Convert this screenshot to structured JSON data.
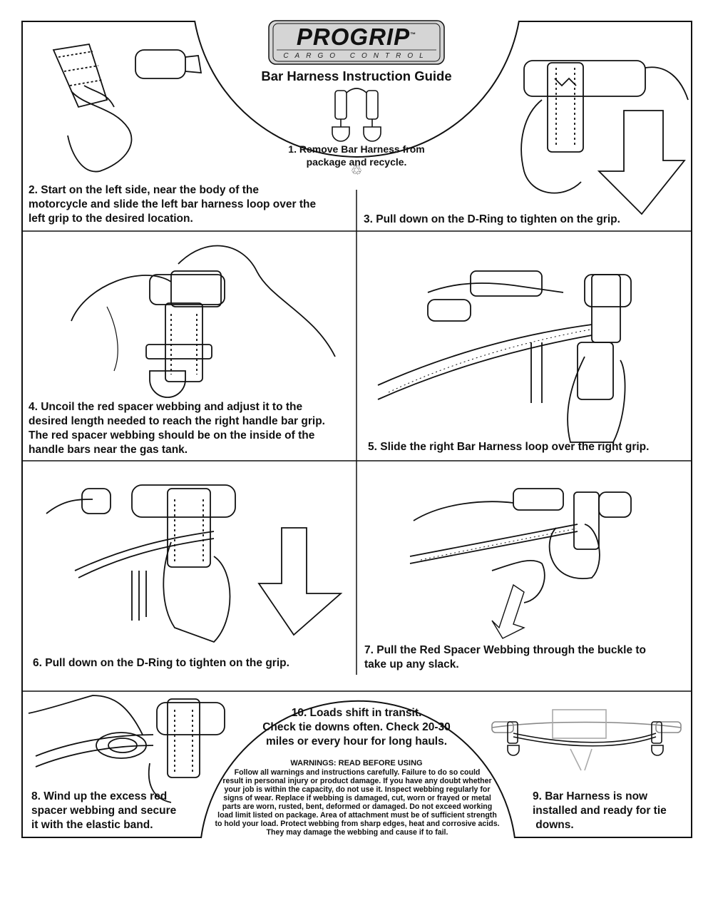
{
  "brand": {
    "name": "PROGRIP",
    "tagline": "CARGO CONTROL",
    "trademark": "™"
  },
  "title": "Bar Harness Instruction Guide",
  "recycle_symbol": "♲",
  "steps": {
    "s1": [
      "1.  Remove Bar Harness from",
      "package and recycle."
    ],
    "s2": [
      "2.  Start on the left side, near the body of the",
      "motorcycle and slide the left bar harness loop over the",
      "left grip to the desired location."
    ],
    "s3": [
      "3.  Pull down on the D-Ring to tighten on the grip."
    ],
    "s4": [
      "4.  Uncoil the red spacer webbing and adjust it to the",
      "desired length needed to reach the right handle bar grip.",
      "The red spacer webbing should be on the inside of the",
      "handle bars near the gas tank."
    ],
    "s5": [
      "5.  Slide the right Bar Harness loop over the right grip."
    ],
    "s6": [
      "6.  Pull down on the D-Ring to tighten on the grip."
    ],
    "s7": [
      "7.  Pull the Red Spacer Webbing through the buckle to",
      "take up any slack."
    ],
    "s8": [
      "8.  Wind up the excess red",
      "spacer webbing and secure",
      "it with the elastic band."
    ],
    "s9": [
      "9.  Bar Harness is now",
      "installed and ready for tie",
      " downs."
    ],
    "s10": [
      "10.  Loads shift in transit.",
      "Check tie downs often. Check 20-30",
      "miles or every hour for long hauls."
    ]
  },
  "warnings": {
    "title": "WARNINGS: READ BEFORE USING",
    "lines": [
      "Follow all warnings and instructions carefully. Failure to do so could",
      "result in personal injury or product damage.  If you have any doubt whether",
      "your job is within the capacity, do not use it.  Inspect webbing regularly for",
      "signs of wear.  Replace if webbing is damaged, cut, worn or frayed or metal",
      "parts are worn, rusted, bent, deformed or damaged.  Do not exceed working",
      "load limit listed on package.  Area of attachment must be of sufficient strength",
      "to hold your load.  Protect webbing from sharp edges, heat and corrosive acids.",
      "They may damage the webbing and cause if to fail."
    ]
  }
}
